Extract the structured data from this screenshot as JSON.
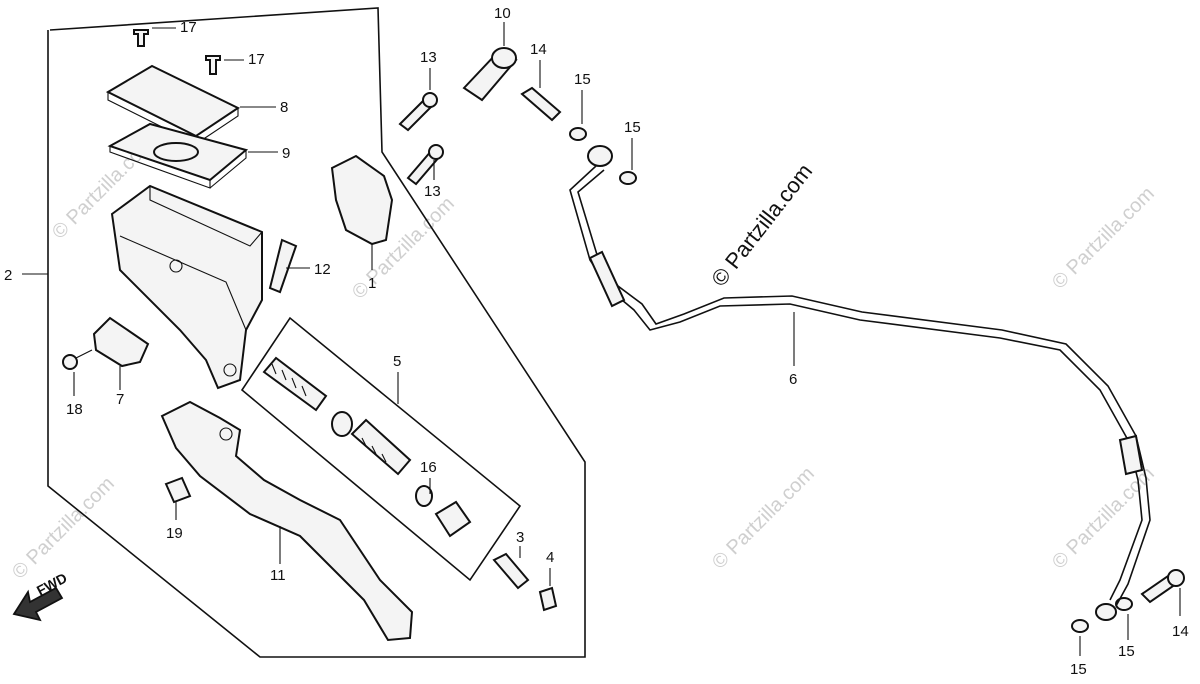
{
  "watermark": "© Partzilla.com",
  "forward_indicator": "FWD",
  "callouts": {
    "c1": "1",
    "c2": "2",
    "c3": "3",
    "c4": "4",
    "c5": "5",
    "c6": "6",
    "c7": "7",
    "c8": "8",
    "c9": "9",
    "c10": "10",
    "c11": "11",
    "c12": "12",
    "c13a": "13",
    "c13b": "13",
    "c14a": "14",
    "c14b": "14",
    "c15a": "15",
    "c15b": "15",
    "c15c": "15",
    "c15d": "15",
    "c16": "16",
    "c17a": "17",
    "c17b": "17",
    "c18": "18",
    "c19": "19"
  }
}
